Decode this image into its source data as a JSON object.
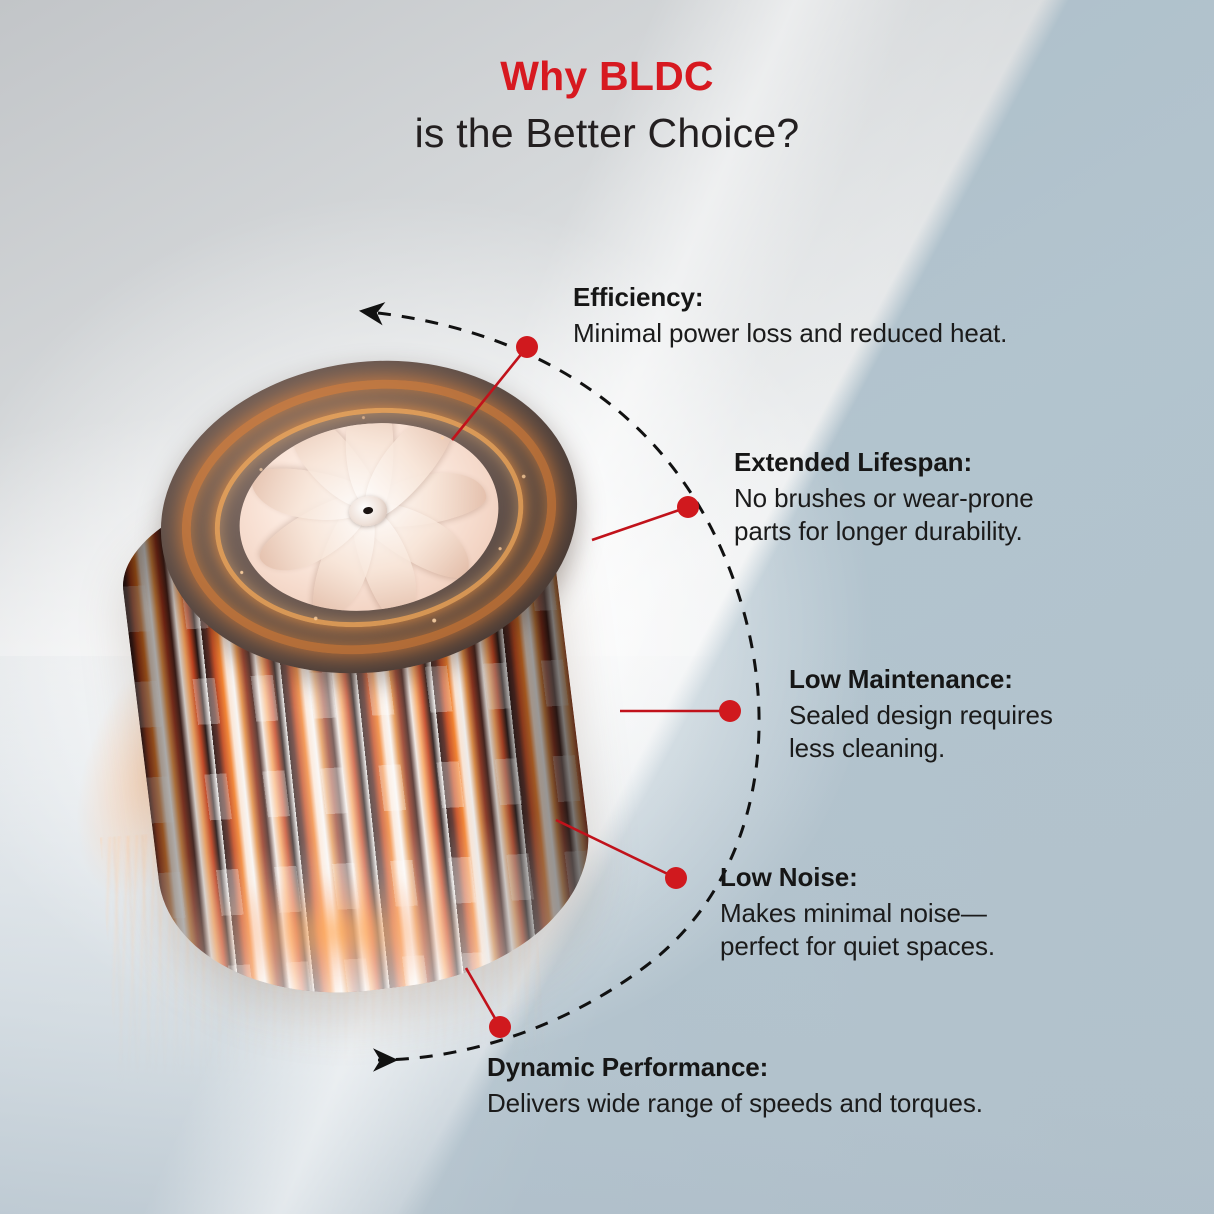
{
  "headline": {
    "line1": "Why BLDC",
    "line2": "is the Better Choice?",
    "accent_color": "#d71920",
    "text_color": "#231f20"
  },
  "artwork": {
    "subject": "bldc-motor",
    "description": "Glowing BLDC motor cylinder with impeller fan top and orange light trails"
  },
  "callouts": [
    {
      "title": "Efficiency:",
      "body": "Minimal power loss and reduced heat.",
      "dot_color": "#d0191e"
    },
    {
      "title": "Extended Lifespan:",
      "body": "No brushes or wear-prone\nparts for longer durability.",
      "dot_color": "#d0191e"
    },
    {
      "title": "Low Maintenance:",
      "body": "Sealed design requires\nless cleaning.",
      "dot_color": "#d0191e"
    },
    {
      "title": "Low Noise:",
      "body": "Makes minimal noise—\nperfect for quiet spaces.",
      "dot_color": "#d0191e"
    },
    {
      "title": "Dynamic Performance:",
      "body": "Delivers wide range of speeds and torques.",
      "dot_color": "#d0191e"
    }
  ],
  "colors": {
    "background_top_left": "#c2c5c8",
    "background_top_right": "#aebfc8",
    "background_center": "#f2f3f4",
    "background_bottom_right": "#b4c1c9",
    "arc_stroke": "#1a1a1a",
    "leader_line": "#c1121b",
    "dot_fill": "#d0191e"
  }
}
